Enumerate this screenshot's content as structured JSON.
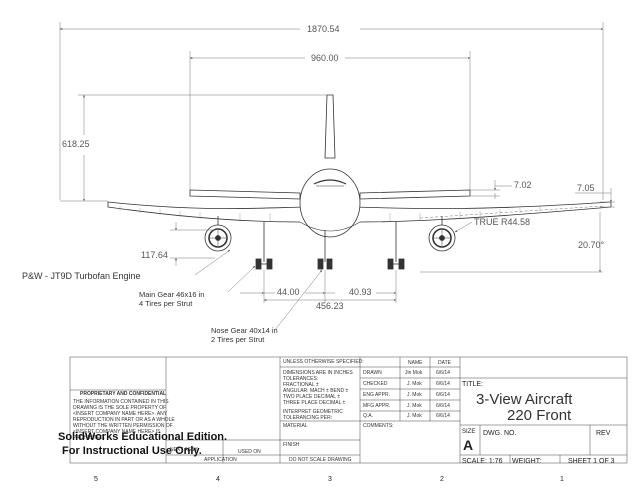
{
  "drawing": {
    "dimensions": {
      "span": "1870.54",
      "tailplane_span": "960.00",
      "height": "618.25",
      "wing_tip_rise": "7.02",
      "tip_offset": "7.05",
      "nacelle_height": "117.64",
      "wing_radius": "TRUE R44.58",
      "dihedral": "20.70°",
      "gear_spacing_left": "44.00",
      "gear_spacing_right": "40.93",
      "track": "456.23"
    },
    "callouts": {
      "engine": "P&W - JT9D Turbofan Engine",
      "main_gear_line1": "Main Gear 46x16 in",
      "main_gear_line2": "4 Tires per Strut",
      "nose_gear_line1": "Nose Gear 40x14 in",
      "nose_gear_line2": "2 Tires per Strut"
    }
  },
  "title_block": {
    "unless_specified": "UNLESS OTHERWISE SPECIFIED:",
    "dims_in_inches": "DIMENSIONS ARE IN INCHES",
    "tolerances": "TOLERANCES:",
    "fractional": "FRACTIONAL ±",
    "angular": "ANGULAR: MACH ±    BEND ±",
    "two_place": "TWO PLACE DECIMAL   ±",
    "three_place": "THREE PLACE DECIMAL  ±",
    "interpret": "INTERPRET GEOMETRIC",
    "tolerancing": "TOLERANCING PER:",
    "material": "MATERIAL",
    "finish": "FINISH",
    "do_not_scale": "DO NOT SCALE DRAWING",
    "application": "APPLICATION",
    "next_assy": "NEXT ASSY",
    "used_on": "USED ON",
    "col_name": "NAME",
    "col_date": "DATE",
    "rows": [
      {
        "role": "DRAWN",
        "name": "Jin Mok",
        "date": "6/6/14"
      },
      {
        "role": "CHECKED",
        "name": "J. Mok",
        "date": "6/6/14"
      },
      {
        "role": "ENG APPR.",
        "name": "J. Mok",
        "date": "6/6/14"
      },
      {
        "role": "MFG APPR.",
        "name": "J. Mok",
        "date": "6/6/14"
      },
      {
        "role": "Q.A.",
        "name": "J. Mok",
        "date": "6/6/14"
      }
    ],
    "comments": "COMMENTS:",
    "title_label": "TITLE:",
    "title_line1": "3-View Aircraft",
    "title_line2": "220 Front",
    "size_label": "SIZE",
    "size_value": "A",
    "dwg_no": "DWG.  NO.",
    "rev": "REV",
    "scale": "SCALE: 1:76",
    "weight": "WEIGHT:",
    "sheet": "SHEET 1 OF 3",
    "proprietary": "PROPRIETARY AND CONFIDENTIAL",
    "prop_lines": [
      "THE INFORMATION CONTAINED IN THIS",
      "DRAWING IS THE SOLE PROPERTY OF",
      "<INSERT COMPANY NAME HERE>. ANY",
      "REPRODUCTION IN PART OR AS A WHOLE",
      "WITHOUT THE WRITTEN PERMISSION OF",
      "<INSERT COMPANY NAME HERE> IS",
      "PROHIBITED."
    ]
  },
  "watermark": {
    "line1": "SolidWorks Educational Edition.",
    "line2": "For Instructional Use Only."
  },
  "zones": [
    "5",
    "4",
    "3",
    "2",
    "1"
  ]
}
